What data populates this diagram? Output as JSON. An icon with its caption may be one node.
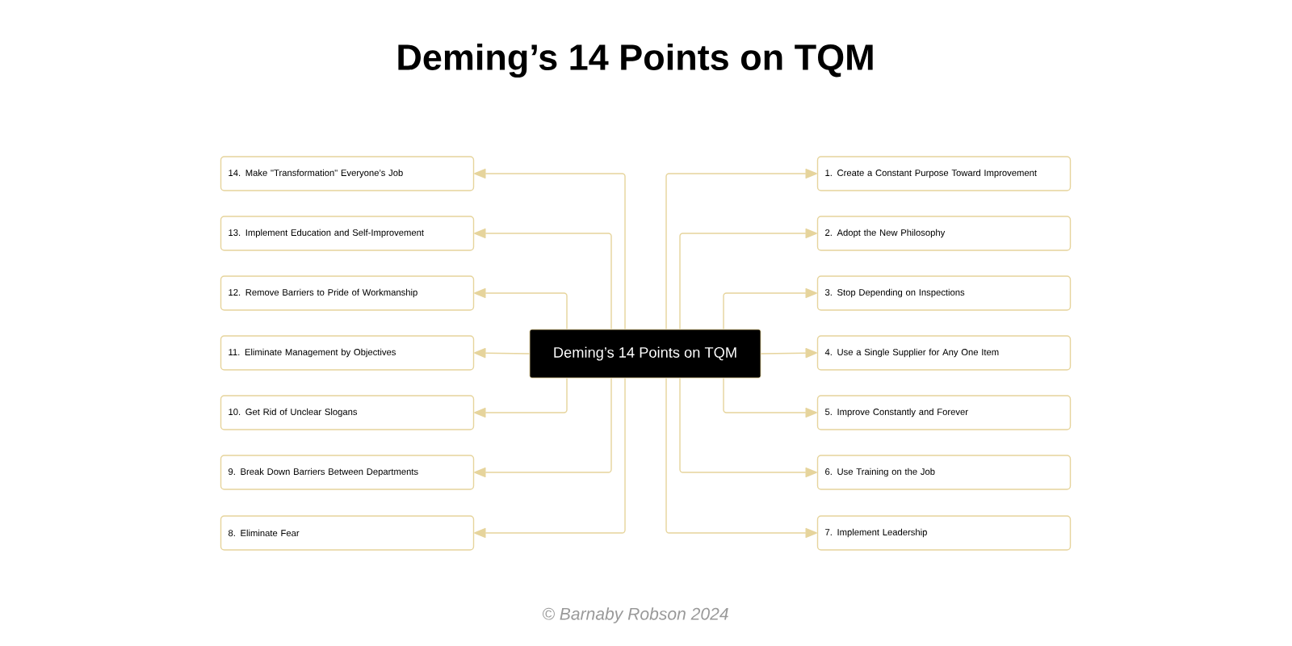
{
  "diagram": {
    "title": "Deming’s 14 Points on TQM",
    "nodes": [
      {
        "text": [
          "Deming’s 14 Points on TQM"
        ]
      },
      {
        "text": [
          "1.  Create a Constant Purpose Toward Improvement"
        ]
      },
      {
        "text": [
          "2. Adopt the New Philosophy"
        ]
      },
      {
        "text": [
          "3. Stop Depending on Inspections"
        ]
      },
      {
        "text": [
          "4. Use a Single Supplier for Any One Item"
        ]
      },
      {
        "text": [
          "5. Improve Constantly and Forever"
        ]
      },
      {
        "text": [
          "6. Use Training on the Job"
        ]
      },
      {
        "text": [
          "7. Implement Leadership"
        ]
      },
      {
        "text": [
          "8. Eliminate Fear"
        ]
      },
      {
        "text": [
          "9. Break Down Barriers Between Departments"
        ]
      },
      {
        "text": [
          "10. Get Rid of Unclear Slogans"
        ]
      },
      {
        "text": [
          "11. Eliminate Management by Objectives"
        ]
      },
      {
        "text": [
          "12. Remove Barriers to Pride of Workmanship"
        ]
      },
      {
        "text": [
          "13. Implement Education and Self-Improvement"
        ]
      },
      {
        "text": [
          "14. Make \"Transformation\" Everyone’s Job"
        ]
      }
    ],
    "edges": [
      {
        "from": 0,
        "to": 1,
        "arrow": "to"
      },
      {
        "from": 0,
        "to": 2,
        "arrow": "to"
      },
      {
        "from": 0,
        "to": 3,
        "arrow": "to"
      },
      {
        "from": 0,
        "to": 4,
        "arrow": "to"
      },
      {
        "from": 0,
        "to": 5,
        "arrow": "to"
      },
      {
        "from": 0,
        "to": 6,
        "arrow": "to"
      },
      {
        "from": 0,
        "to": 7,
        "arrow": "to"
      },
      {
        "from": 0,
        "to": 8,
        "arrow": "to"
      },
      {
        "from": 0,
        "to": 9,
        "arrow": "to"
      },
      {
        "from": 0,
        "to": 10,
        "arrow": "to"
      },
      {
        "from": 0,
        "to": 11,
        "arrow": "to"
      },
      {
        "from": 0,
        "to": 12,
        "arrow": "to"
      },
      {
        "from": 0,
        "to": 13,
        "arrow": "to"
      },
      {
        "from": 0,
        "to": 14,
        "arrow": "to"
      }
    ],
    "labels": [
      "© Barnaby Robson 2024"
    ]
  }
}
